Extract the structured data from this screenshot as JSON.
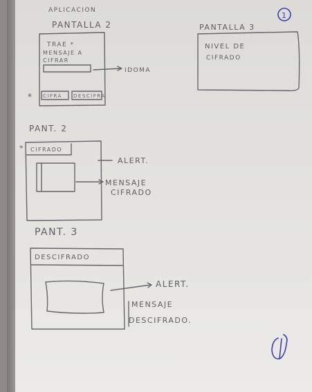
{
  "header": {
    "app_title": "APLICACION",
    "page_number": "1"
  },
  "screen1": {
    "title": "PANTALLA 2",
    "prompt_lines": [
      "TRAE *",
      "MENSAJE A",
      "CIFRAR"
    ],
    "arrow_label": "IDOMA",
    "marker": "*",
    "button_cifra": "CIFRA",
    "button_descifra": "DESCIFRA"
  },
  "screen_level": {
    "title": "PANTALLA 3",
    "lines": [
      "NIVEL DE",
      "CIFRADO"
    ]
  },
  "screen2": {
    "title": "PANT. 2",
    "marker": "*",
    "header": "CIFRADO",
    "note_alert": "ALERT.",
    "note_message_lines": [
      "MENSAJE",
      "CIFRADO"
    ]
  },
  "screen3": {
    "title": "PANT. 3",
    "header": "DESCIFRADO",
    "note_alert": "ALERT.",
    "note_message_lines": [
      "MENSAJE",
      "DESCIFRADO."
    ]
  }
}
